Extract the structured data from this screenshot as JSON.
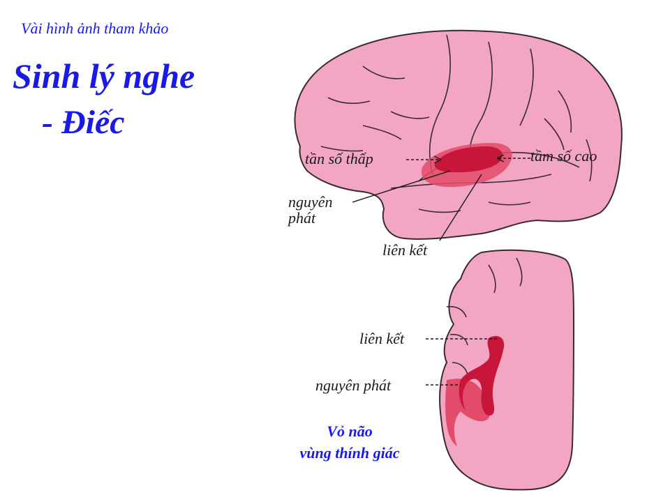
{
  "slide": {
    "caption": "Vài hình ảnh tham khảo",
    "title_line1": "Sinh lý nghe",
    "title_line2": "- Điếc"
  },
  "brain_lateral": {
    "labels": {
      "low_freq": "tần số thấp",
      "high_freq": "tầm số cao",
      "primary": "nguyên phát",
      "association": "liên kết"
    }
  },
  "brain_medial": {
    "labels": {
      "association": "liên kết",
      "primary": "nguyên phát"
    }
  },
  "bottom_caption": {
    "line1": "Vỏ não",
    "line2": "vùng thính giác"
  },
  "colors": {
    "title": "#1a1ae6",
    "brain": "#f2a6c4",
    "outline": "#3a2a30",
    "cortex_primary": "#c8163a",
    "cortex_association": "#e34b6a"
  }
}
